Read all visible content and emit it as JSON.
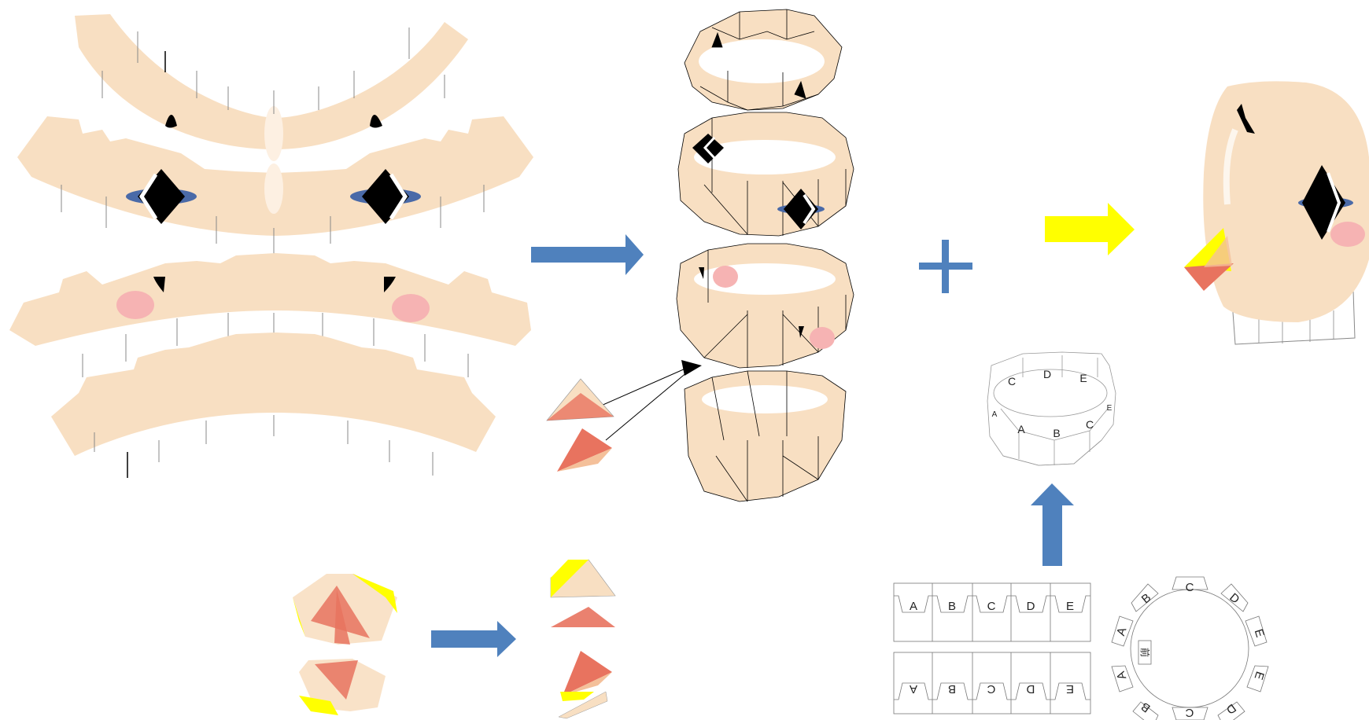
{
  "colors": {
    "skin": "#f8dfc2",
    "skin_dark": "#eccaa6",
    "blush": "#f6b3b3",
    "beak_red": "#e8735f",
    "beak_yellow": "#ffff00",
    "arrow_blue": "#4f81bd",
    "arrow_yellow": "#ffff00",
    "eye_black": "#000000",
    "eye_blue": "#4a6aa8",
    "line": "#555555"
  },
  "icons": [
    "plus-icon",
    "arrow-right-icon",
    "arrow-up-icon"
  ],
  "collar_template": {
    "top_row_labels": [
      "A",
      "B",
      "C",
      "D",
      "E"
    ],
    "bottom_row_labels": [
      "A",
      "B",
      "C",
      "D",
      "E"
    ],
    "ring_labels": [
      "C",
      "D",
      "E",
      "E",
      "D",
      "C",
      "B",
      "A",
      "A",
      "B"
    ],
    "ring_center_mark": "前"
  },
  "collar_ring_3d": {
    "back_labels": [
      "C",
      "D",
      "E"
    ],
    "front_labels": [
      "A",
      "B",
      "C"
    ],
    "side_left": "A",
    "side_right": "E"
  }
}
